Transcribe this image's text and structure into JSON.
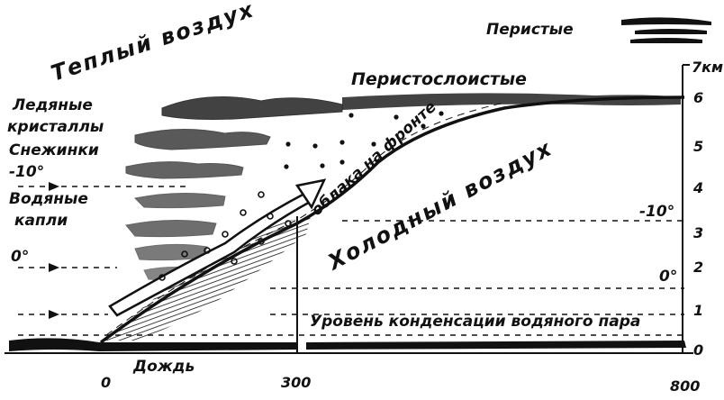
{
  "labels": {
    "warm_air": "Теплый воздух",
    "cirrus": "Перистые",
    "cirrostratus": "Перистослоистые",
    "ice_crystals_1": "Ледяные",
    "ice_crystals_2": "кристаллы",
    "snowflakes": "Снежинки",
    "minus10_left": "-10°",
    "water_drops_1": "Водяные",
    "water_drops_2": "капли",
    "zero_left": "0°",
    "front_clouds": "облака на фронте",
    "cold_air": "Холодный воздух",
    "minus10_right": "-10°",
    "zero_right": "0°",
    "condensation_level": "Уровень конденсации водяного пара",
    "rain": "Дождь"
  },
  "axis": {
    "unit": "7км",
    "height_ticks": [
      "6",
      "5",
      "4",
      "3",
      "2",
      "1",
      "0"
    ],
    "distance_ticks": [
      "0",
      "300",
      "800"
    ]
  }
}
